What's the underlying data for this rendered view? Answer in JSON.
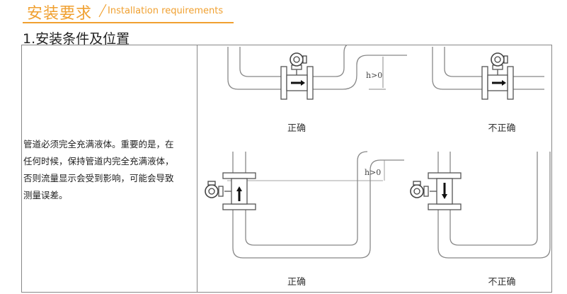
{
  "header": {
    "title": "安装要求",
    "subtitle": "Installation requirements"
  },
  "section": {
    "heading": "1.安装条件及位置"
  },
  "description": [
    "管道必须完全充满液体。重要的是，在",
    "任何时候，保持管道内完全充满液体，",
    "否则流量显示会受到影响，可能会导致",
    "测量误差。"
  ],
  "diagrams": {
    "top_left_caption": "正确",
    "top_right_caption": "不正确",
    "bottom_left_caption": "正确",
    "bottom_right_caption": "不正确",
    "height_label": "h>0"
  },
  "colors": {
    "accent": "#f0a030",
    "line": "#888888",
    "ink": "#222222"
  }
}
